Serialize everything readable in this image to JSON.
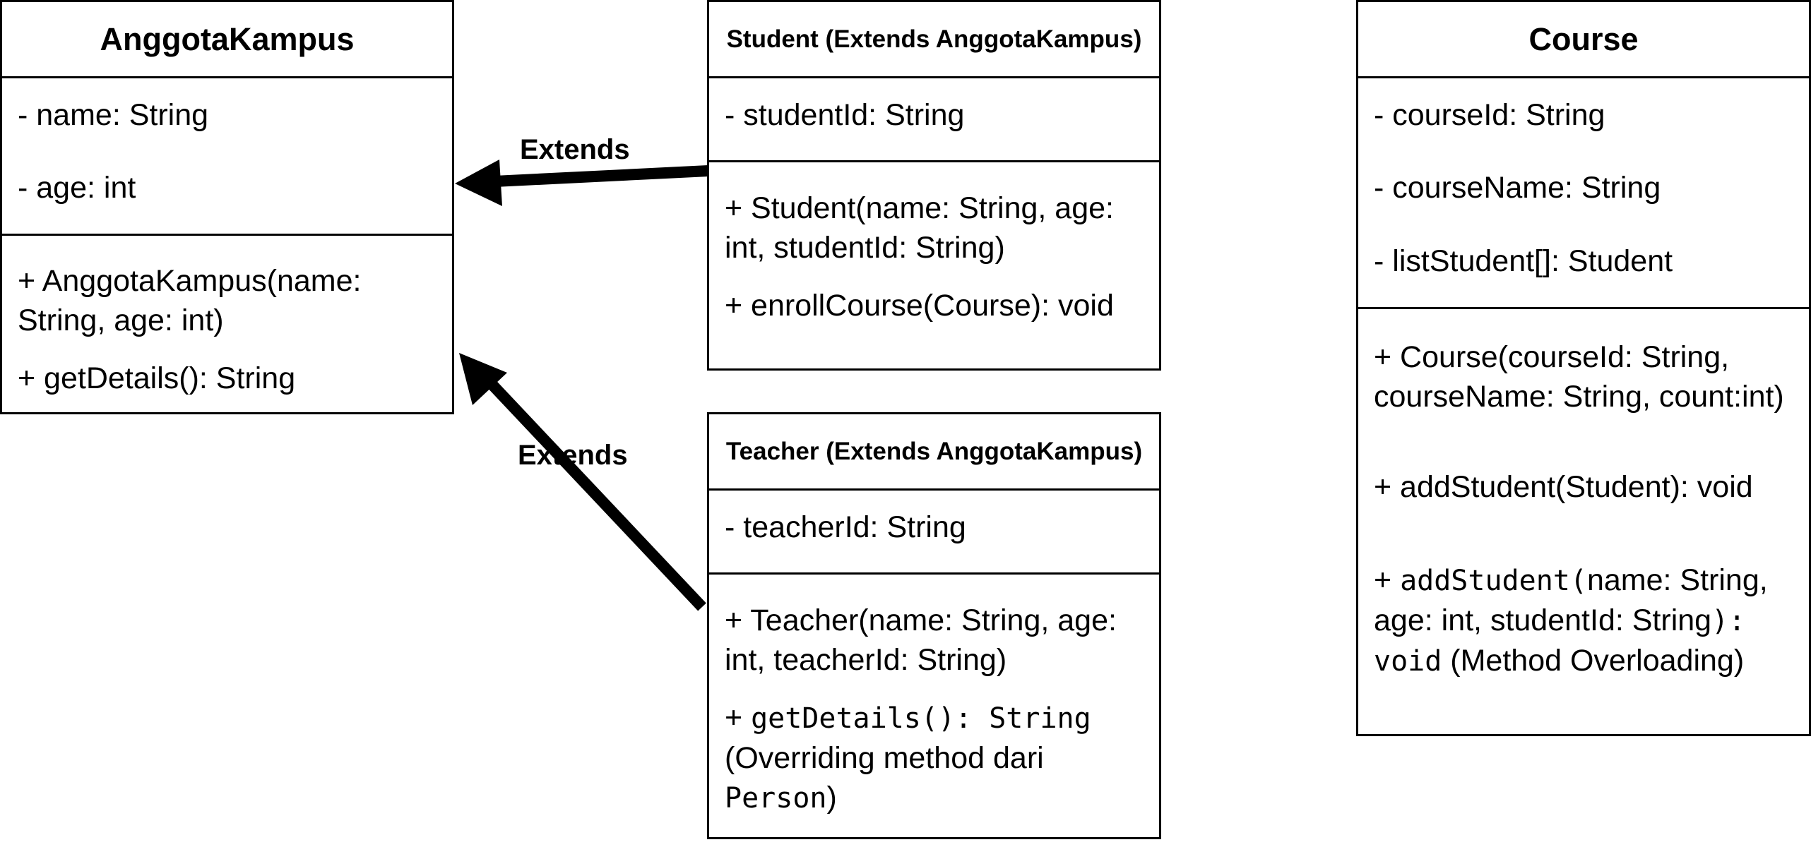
{
  "classes": {
    "anggota": {
      "title": "AnggotaKampus",
      "attributes": [
        "- name: String",
        "- age: int"
      ],
      "methods": [
        "+ AnggotaKampus(name: String, age: int)",
        "+ getDetails(): String"
      ]
    },
    "student": {
      "title": "Student (Extends AnggotaKampus)",
      "attributes": [
        "- studentId: String"
      ],
      "methods": [
        "+ Student(name: String, age: int, studentId: String)",
        "+ enrollCourse(Course): void"
      ]
    },
    "teacher": {
      "title": "Teacher (Extends AnggotaKampus)",
      "attributes": [
        "- teacherId: String"
      ],
      "methods": {
        "constructor": "+ Teacher(name: String, age: int, teacherId: String)",
        "getdetails": {
          "prefix": "+ ",
          "code": "getDetails(): String",
          "note": "(Overriding method dari",
          "code2": "Person",
          "close": ")"
        }
      }
    },
    "course": {
      "title": "Course",
      "attributes": [
        "- courseId: String",
        "- courseName: String",
        "- listStudent[]: Student"
      ],
      "methods": {
        "constructor": "+ Course(courseId: String, courseName: String, count:int)",
        "add_student": "+ addStudent(Student): void",
        "add_student_overload": {
          "prefix": "+ ",
          "code": "addStudent(",
          "text1": "name: String, age: int, studentId: String",
          "code2": "): void",
          "note": "(Method Overloading)"
        }
      }
    }
  },
  "relations": [
    {
      "label": "Extends",
      "from": "Student (Extends AnggotaKampus)",
      "to": "AnggotaKampus"
    },
    {
      "label": "Extends",
      "from": "Teacher (Extends AnggotaKampus)",
      "to": "AnggotaKampus"
    }
  ]
}
